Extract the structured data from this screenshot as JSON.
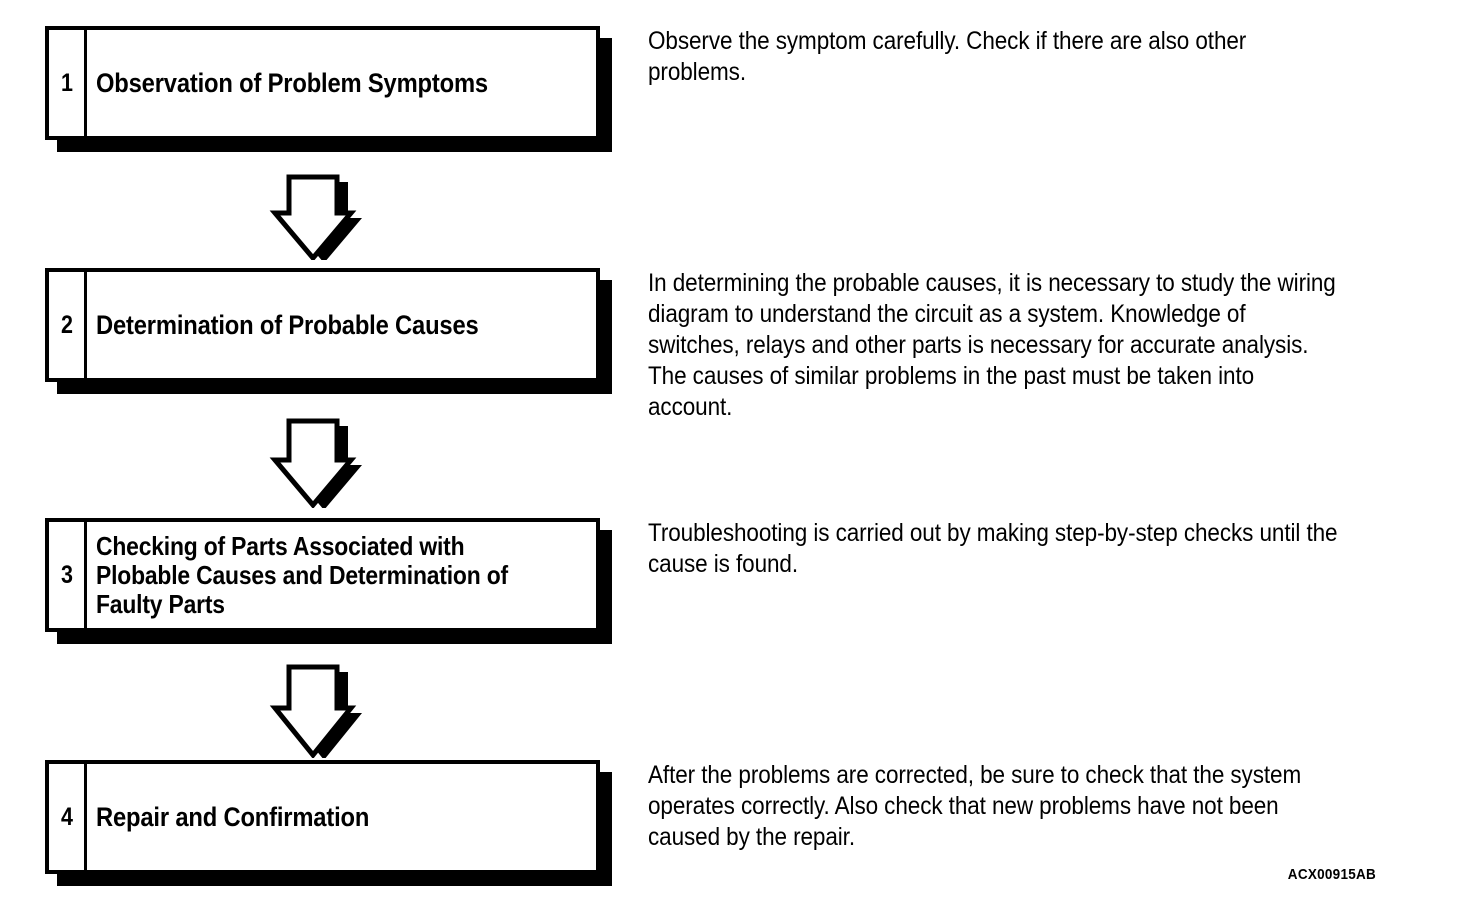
{
  "figure": {
    "code": "ACX00915AB",
    "code_name": "figure-reference-code"
  },
  "steps": [
    {
      "number": "1",
      "title": "Observation of Problem Symptoms",
      "description": "Observe the symptom carefully. Check if there are also other problems."
    },
    {
      "number": "2",
      "title": "Determination of Probable Causes",
      "description": "In determining the probable causes, it is necessary to study the wiring diagram to understand the circuit as a system. Knowledge of switches, relays and other parts is necessary for accurate analysis. The causes of similar problems in the past must be taken into account."
    },
    {
      "number": "3",
      "title": "Checking of Parts Associated with Plobable Causes and Determination of Faulty Parts",
      "description": "Troubleshooting is carried out by making step-by-step checks until the cause is found."
    },
    {
      "number": "4",
      "title": "Repair and Confirmation",
      "description": "After the problems are corrected, be sure to check that the system operates correctly. Also check that new problems have not been caused by the repair."
    }
  ],
  "connectors": [
    {
      "label": "down-arrow-step1-to-step2"
    },
    {
      "label": "down-arrow-step2-to-step3"
    },
    {
      "label": "down-arrow-step3-to-step4"
    }
  ],
  "colors": {
    "ink": "#000000",
    "paper": "#ffffff"
  }
}
